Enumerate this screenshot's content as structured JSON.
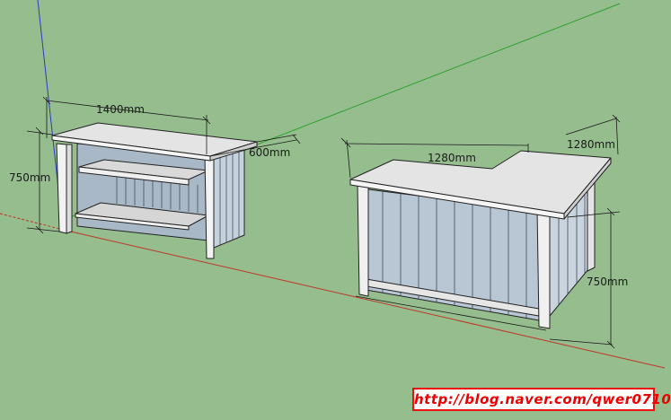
{
  "dimensions": {
    "left_width": "1400mm",
    "left_depth": "600mm",
    "left_height": "750mm",
    "right_width": "1280mm",
    "right_side": "1280mm",
    "right_height": "750mm"
  },
  "watermark": "http://blog.naver.com/qwer0710",
  "colors": {
    "background": "#95bd8d",
    "wood_top": "#e4e4e4",
    "panel_blue": "#b9c6d3",
    "axis_red": "#c0352a",
    "axis_green": "#2aa12a",
    "axis_blue": "#2b3cc4",
    "watermark_red": "#e00000"
  }
}
